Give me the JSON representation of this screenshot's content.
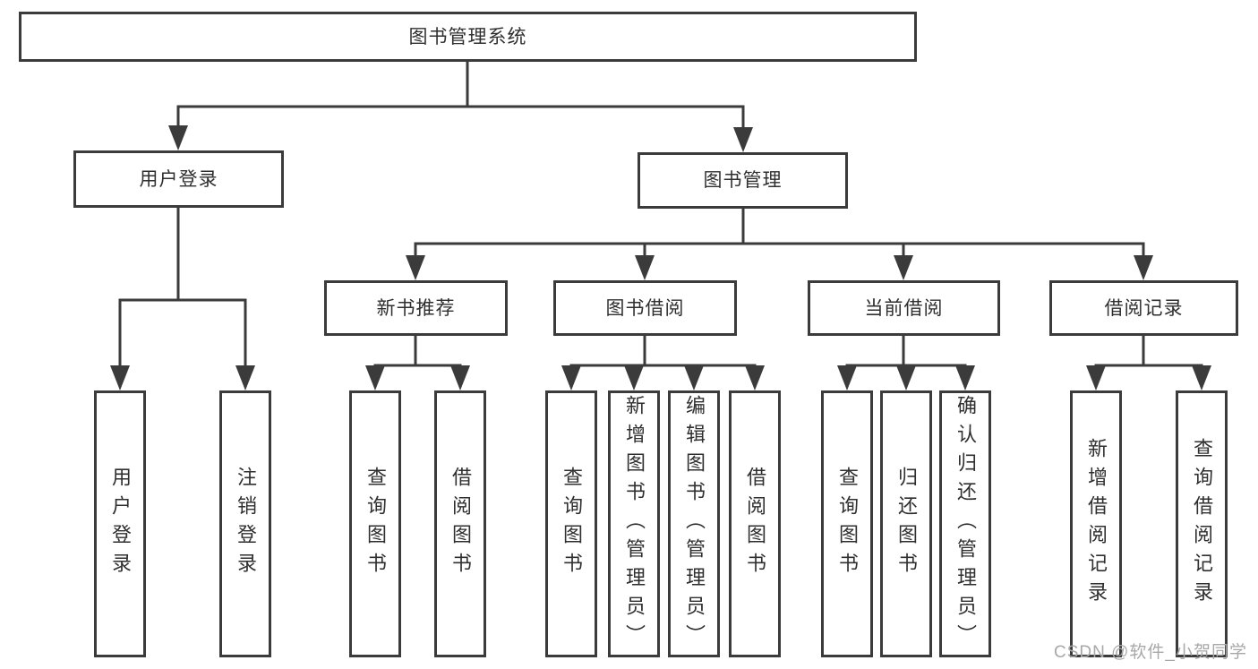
{
  "nodes": {
    "root": "图书管理系统",
    "user_login": "用户登录",
    "book_mgmt": "图书管理",
    "new_book": "新书推荐",
    "book_borrow": "图书借阅",
    "current_borrow": "当前借阅",
    "borrow_record": "借阅记录",
    "leaves": {
      "user": [
        "用户登录",
        "注销登录"
      ],
      "new_book": [
        "查询图书",
        "借阅图书"
      ],
      "borrow": [
        "查询图书",
        "新增图书（管理员）",
        "编辑图书（管理员）",
        "借阅图书"
      ],
      "current": [
        "查询图书",
        "归还图书",
        "确认归还（管理员）"
      ],
      "record": [
        "新增借阅记录",
        "查询借阅记录"
      ]
    }
  },
  "watermark": "CSDN @软件_小贺同学",
  "colors": {
    "line": "#3b3b3b",
    "text": "#2f2f2f",
    "watermark": "#a8a8a8",
    "background": "#ffffff",
    "box_fill": "#ffffff"
  }
}
